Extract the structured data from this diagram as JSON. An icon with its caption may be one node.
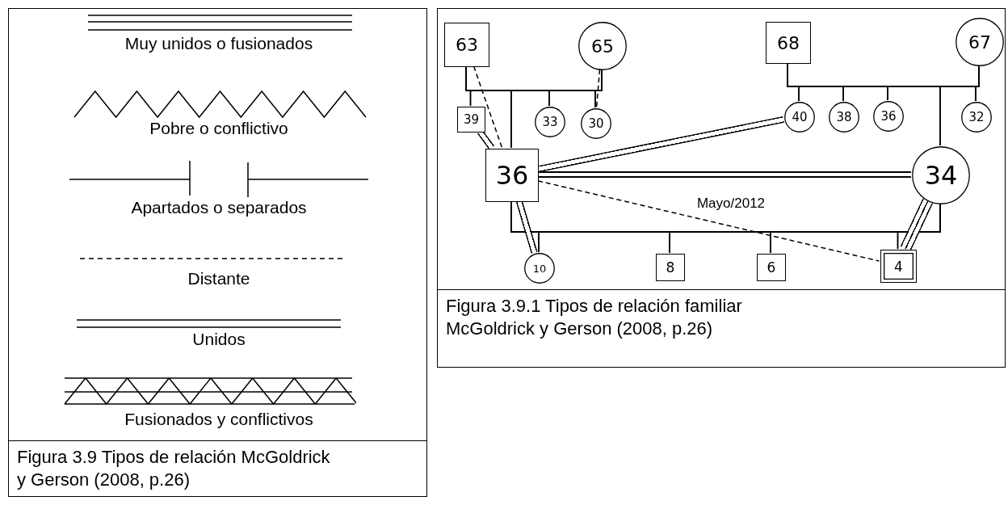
{
  "diagram": {
    "nodes": [
      {
        "text": [
          "Figura 3.9 Tipos de relación McGoldrick y Gerson (2008, p.26)"
        ]
      },
      {
        "text": [
          "Figura 3.9.1 Tipos de relación familiar McGoldrick y Gerson (2008, p.26)"
        ]
      },
      {
        "text": [
          "63"
        ],
        "in": 1
      },
      {
        "text": [
          "65"
        ],
        "in": 1
      },
      {
        "text": [
          "68"
        ],
        "in": 1
      },
      {
        "text": [
          "67"
        ],
        "in": 1
      },
      {
        "text": [
          "39"
        ],
        "in": 1
      },
      {
        "text": [
          "33"
        ],
        "in": 1
      },
      {
        "text": [
          "30"
        ],
        "in": 1
      },
      {
        "text": [
          "40"
        ],
        "in": 1
      },
      {
        "text": [
          "38"
        ],
        "in": 1
      },
      {
        "text": [
          "36"
        ],
        "in": 1
      },
      {
        "text": [
          "32"
        ],
        "in": 1
      },
      {
        "text": [
          "36"
        ],
        "in": 1
      },
      {
        "text": [
          "34"
        ],
        "in": 1
      },
      {
        "text": [
          "10"
        ],
        "in": 1
      },
      {
        "text": [
          "8"
        ],
        "in": 1
      },
      {
        "text": [
          "6"
        ],
        "in": 1
      },
      {
        "text": [
          "4"
        ],
        "in": 1
      }
    ],
    "edges": [
      {
        "from": 2,
        "to": 3,
        "arrow": "none"
      },
      {
        "from": 2,
        "to": 6,
        "arrow": "none"
      },
      {
        "from": 2,
        "to": 13,
        "arrow": "none"
      },
      {
        "from": 2,
        "to": 7,
        "arrow": "none"
      },
      {
        "from": 2,
        "to": 8,
        "arrow": "none"
      },
      {
        "from": 3,
        "to": 6,
        "arrow": "none"
      },
      {
        "from": 3,
        "to": 13,
        "arrow": "none"
      },
      {
        "from": 3,
        "to": 7,
        "arrow": "none"
      },
      {
        "from": 3,
        "to": 8,
        "arrow": "none"
      },
      {
        "from": 4,
        "to": 5,
        "arrow": "none"
      },
      {
        "from": 4,
        "to": 9,
        "arrow": "none"
      },
      {
        "from": 4,
        "to": 10,
        "arrow": "none"
      },
      {
        "from": 4,
        "to": 11,
        "arrow": "none"
      },
      {
        "from": 4,
        "to": 14,
        "arrow": "none"
      },
      {
        "from": 4,
        "to": 12,
        "arrow": "none"
      },
      {
        "from": 5,
        "to": 9,
        "arrow": "none"
      },
      {
        "from": 5,
        "to": 10,
        "arrow": "none"
      },
      {
        "from": 5,
        "to": 11,
        "arrow": "none"
      },
      {
        "from": 5,
        "to": 14,
        "arrow": "none"
      },
      {
        "from": 5,
        "to": 12,
        "arrow": "none"
      },
      {
        "from": 13,
        "to": 14,
        "arrow": "none",
        "label": "Mayo/2012"
      },
      {
        "from": 13,
        "to": 15,
        "arrow": "none"
      },
      {
        "from": 13,
        "to": 16,
        "arrow": "none"
      },
      {
        "from": 13,
        "to": 17,
        "arrow": "none"
      },
      {
        "from": 13,
        "to": 18,
        "arrow": "none"
      },
      {
        "from": 14,
        "to": 15,
        "arrow": "none"
      },
      {
        "from": 14,
        "to": 16,
        "arrow": "none"
      },
      {
        "from": 14,
        "to": 17,
        "arrow": "none"
      },
      {
        "from": 14,
        "to": 18,
        "arrow": "none"
      },
      {
        "from": 2,
        "to": 13,
        "arrow": "none",
        "style": "dashed"
      },
      {
        "from": 3,
        "to": 8,
        "arrow": "none",
        "style": "dashed"
      },
      {
        "from": 6,
        "to": 13,
        "arrow": "none",
        "style": "thick"
      },
      {
        "from": 13,
        "to": 9,
        "arrow": "none",
        "style": "thick"
      },
      {
        "from": 13,
        "to": 14,
        "arrow": "none",
        "style": "thick"
      },
      {
        "from": 13,
        "to": 15,
        "arrow": "none",
        "style": "thick"
      },
      {
        "from": 13,
        "to": 18,
        "arrow": "none",
        "style": "dashed"
      },
      {
        "from": 14,
        "to": 18,
        "arrow": "none",
        "style": "thick"
      }
    ],
    "legend": [
      {
        "text": "Muy unidos o fusionados"
      },
      {
        "text": "Pobre o conflictivo"
      },
      {
        "text": "Apartados o separados"
      },
      {
        "text": "Distante"
      },
      {
        "text": "Unidos"
      },
      {
        "text": "Fusionados y conflictivos"
      }
    ]
  }
}
